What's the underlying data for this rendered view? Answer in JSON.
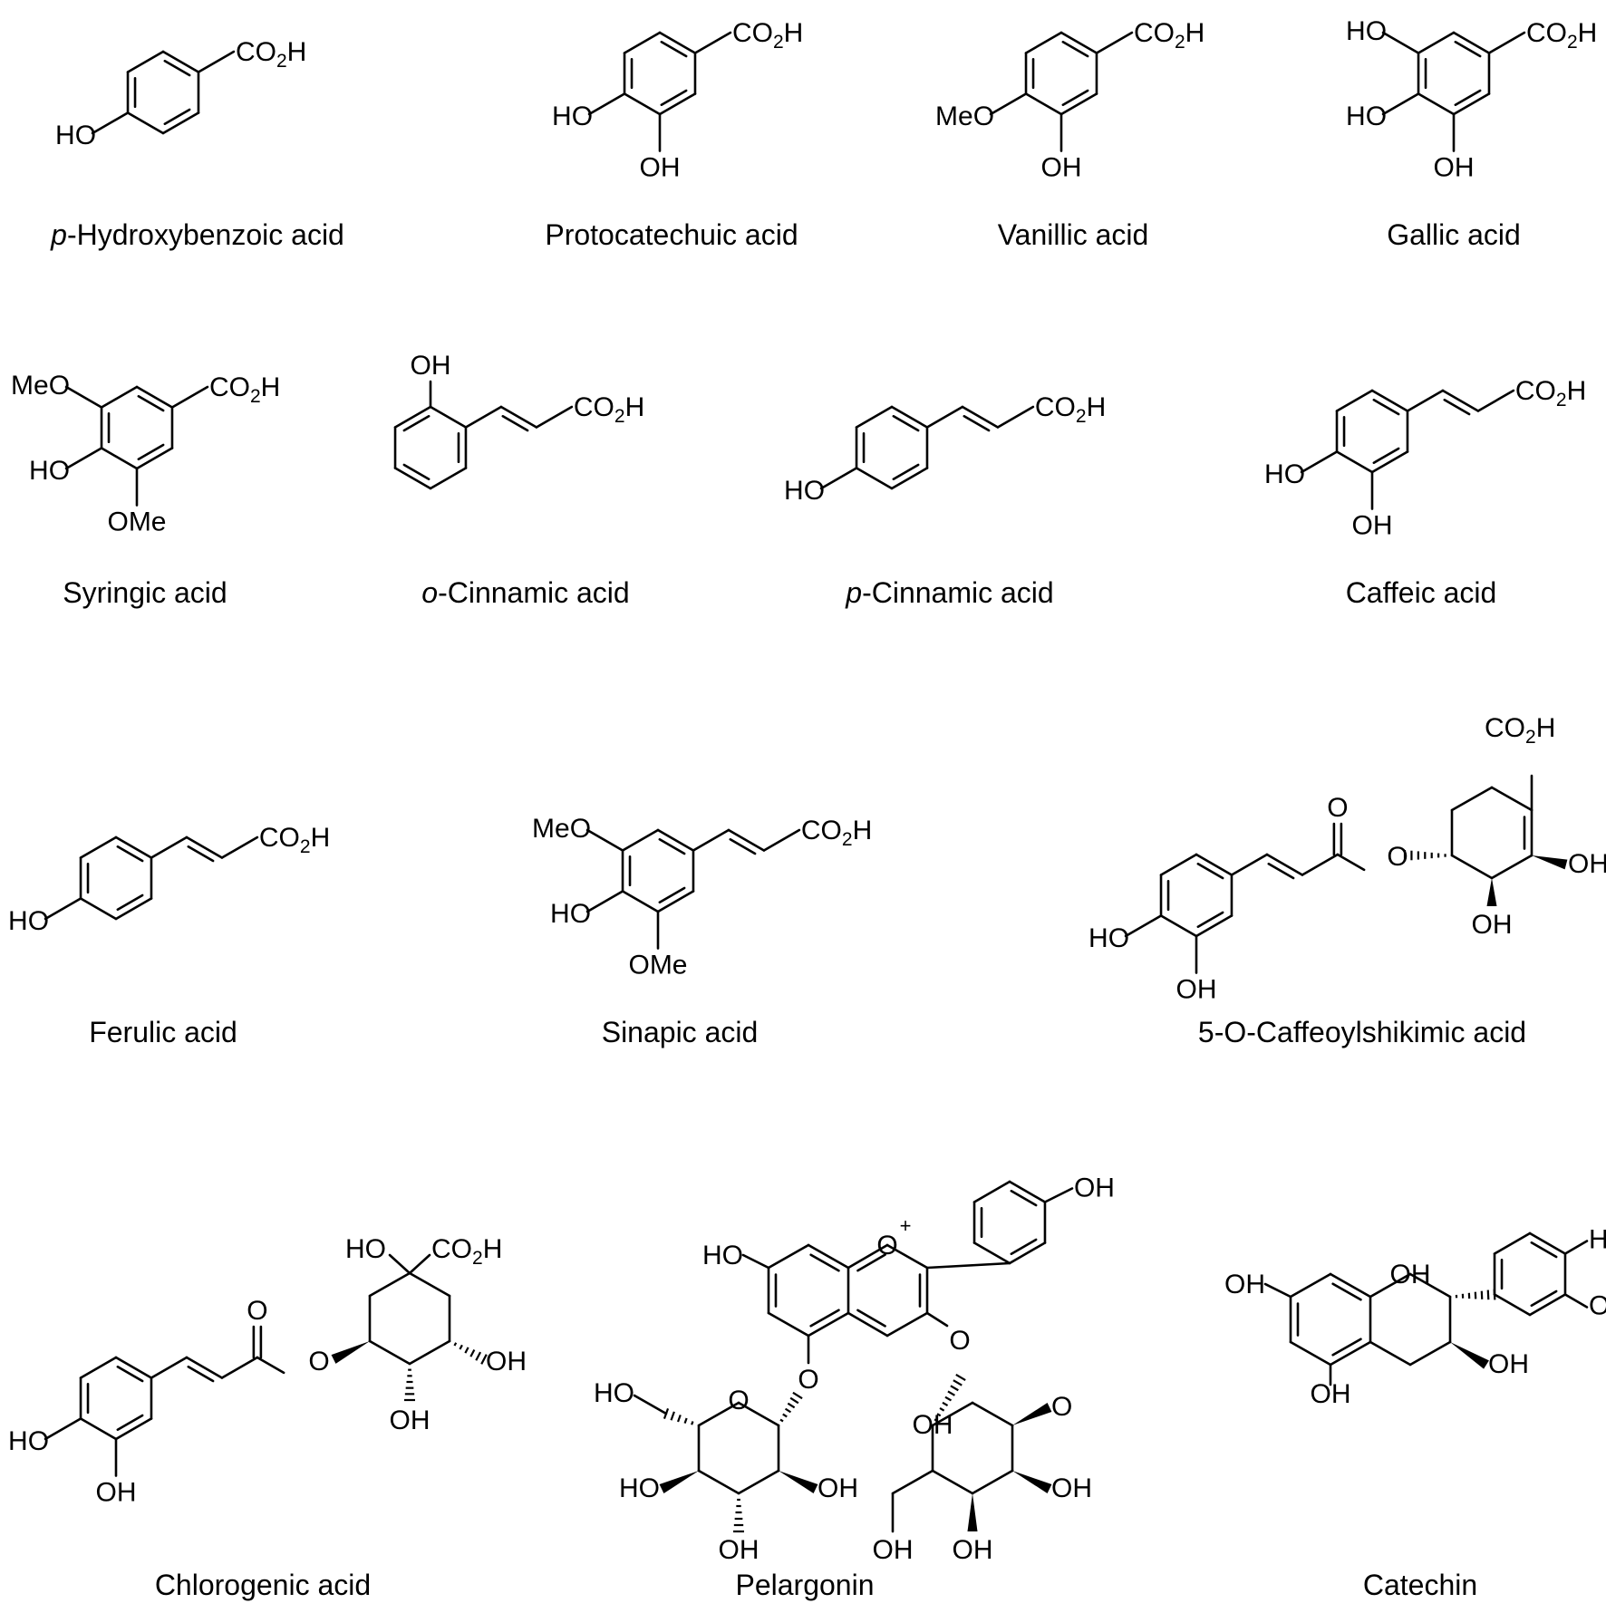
{
  "compounds": [
    {
      "id": "p-hydroxybenzoic-acid",
      "prefix": "p",
      "name": "-Hydroxybenzoic acid",
      "labels": [
        "CO2H",
        "HO"
      ]
    },
    {
      "id": "protocatechuic-acid",
      "prefix": "",
      "name": "Protocatechuic acid",
      "labels": [
        "CO2H",
        "HO",
        "OH"
      ]
    },
    {
      "id": "vanillic-acid",
      "prefix": "",
      "name": "Vanillic acid",
      "labels": [
        "CO2H",
        "MeO",
        "OH"
      ]
    },
    {
      "id": "gallic-acid",
      "prefix": "",
      "name": "Gallic acid",
      "labels": [
        "HO",
        "CO2H",
        "HO",
        "OH"
      ]
    },
    {
      "id": "syringic-acid",
      "prefix": "",
      "name": "Syringic acid",
      "labels": [
        "MeO",
        "CO2H",
        "HO",
        "OMe"
      ]
    },
    {
      "id": "o-cinnamic-acid",
      "prefix": "o",
      "name": "-Cinnamic acid",
      "labels": [
        "OH",
        "CO2H"
      ]
    },
    {
      "id": "p-cinnamic-acid",
      "prefix": "p",
      "name": "-Cinnamic acid",
      "labels": [
        "CO2H",
        "HO"
      ]
    },
    {
      "id": "caffeic-acid",
      "prefix": "",
      "name": "Caffeic acid",
      "labels": [
        "CO2H",
        "HO",
        "OH"
      ]
    },
    {
      "id": "ferulic-acid",
      "prefix": "",
      "name": "Ferulic acid",
      "labels": [
        "CO2H",
        "HO"
      ]
    },
    {
      "id": "sinapic-acid",
      "prefix": "",
      "name": "Sinapic acid",
      "labels": [
        "MeO",
        "CO2H",
        "HO",
        "OMe"
      ]
    },
    {
      "id": "5-o-caffeoylshikimic-acid",
      "prefix": "",
      "name": "5-O-Caffeoylshikimic acid",
      "labels": [
        "CO2H",
        "O",
        "O",
        "OH",
        "OH",
        "HO",
        "OH"
      ]
    },
    {
      "id": "chlorogenic-acid",
      "prefix": "",
      "name": "Chlorogenic acid",
      "labels": [
        "HO",
        "CO2H",
        "O",
        "O",
        "OH",
        "OH",
        "HO",
        "OH"
      ]
    },
    {
      "id": "pelargonin",
      "prefix": "",
      "name": "Pelargonin",
      "labels": [
        "OH",
        "HO",
        "O",
        "+",
        "O",
        "O",
        "O",
        "HO",
        "HO",
        "OH",
        "OH",
        "O",
        "OH",
        "OH",
        "OH",
        "OH",
        "OH"
      ]
    },
    {
      "id": "catechin",
      "prefix": "",
      "name": "Catechin",
      "labels": [
        "OH",
        "HO",
        "O",
        "OH",
        "OH",
        "OH"
      ]
    }
  ]
}
